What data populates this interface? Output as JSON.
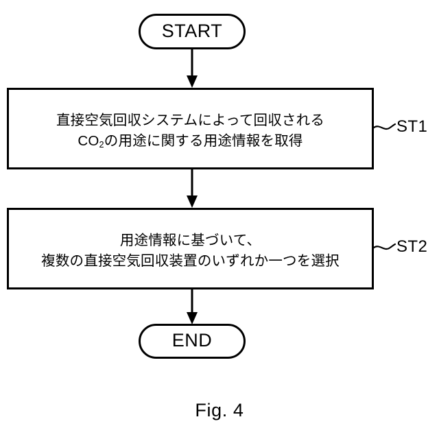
{
  "figure": {
    "caption": "Fig. 4",
    "background_color": "#ffffff",
    "line_color": "#000000"
  },
  "flowchart": {
    "start": {
      "label": "START",
      "shape": "terminator"
    },
    "end": {
      "label": "END",
      "shape": "terminator"
    },
    "steps": [
      {
        "id": "ST1",
        "tag": "ST1",
        "shape": "process",
        "line1": "直接空気回収システムによって回収される",
        "line2_prefix": "CO",
        "line2_sub": "2",
        "line2_suffix": "の用途に関する用途情報を取得"
      },
      {
        "id": "ST2",
        "tag": "ST2",
        "shape": "process",
        "line1": "用途情報に基づいて、",
        "line2": "複数の直接空気回収装置のいずれか一つを選択"
      }
    ],
    "connectors": [
      {
        "from": "START",
        "to": "ST1",
        "arrow": "down"
      },
      {
        "from": "ST1",
        "to": "ST2",
        "arrow": "down"
      },
      {
        "from": "ST2",
        "to": "END",
        "arrow": "down"
      }
    ]
  }
}
